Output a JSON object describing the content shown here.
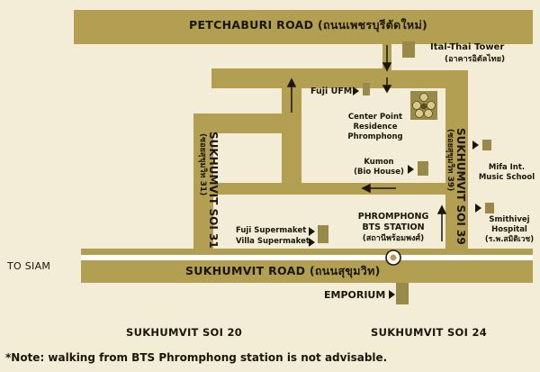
{
  "colors": {
    "background": "#f3ecd6",
    "road": "#b29f52",
    "ink": "#1a1608",
    "rail": "#ffffff"
  },
  "roads": {
    "petchaburi": "PETCHABURI ROAD (ถนนเพชรบุรีตัดใหม่)",
    "sukhumvit": "SUKHUMVIT ROAD (ถนนสุขุมวิท)",
    "soi31": "SUKHUMVIT SOI 31",
    "soi31_thai": "(ซอยสุขุมวิท 31)",
    "soi39": "SUKHUMVIT SOI 39",
    "soi39_thai": "(ซอยสุขุมวิท 39)",
    "soi20": "SUKHUMVIT SOI 20",
    "soi24": "SUKHUMVIT SOI 24"
  },
  "places": {
    "ital_thai_tower": "Ital-Thai Tower",
    "ital_thai_tower_thai": "(อาคารอิตัลไทย)",
    "fuji_ufm": "Fuji UFM",
    "center_point_line1": "Center Point",
    "center_point_line2": "Residence",
    "center_point_line3": "Phromphong",
    "kumon": "Kumon",
    "bio_house": "(Bio House)",
    "mifa_line1": "Mifa Int.",
    "mifa_line2": "Music School",
    "smithivej_line1": "Smithivej",
    "smithivej_line2": "Hospital",
    "smithivej_thai": "(ร.พ.สมิติเวช)",
    "fuji_supermarket": "Fuji Supermaket",
    "villa_supermarket": "Villa Supermaket",
    "bts_line1": "PHROMPHONG",
    "bts_line2": "BTS STATION",
    "bts_thai": "(สถานีพร้อมพงศ์)",
    "emporium": "EMPORIUM"
  },
  "to_siam": "TO SIAM",
  "note": "*Note: walking from BTS Phromphong station is not advisable.",
  "icons": {
    "marker": "triangle-marker-icon",
    "flower": "flower-logo-icon"
  }
}
